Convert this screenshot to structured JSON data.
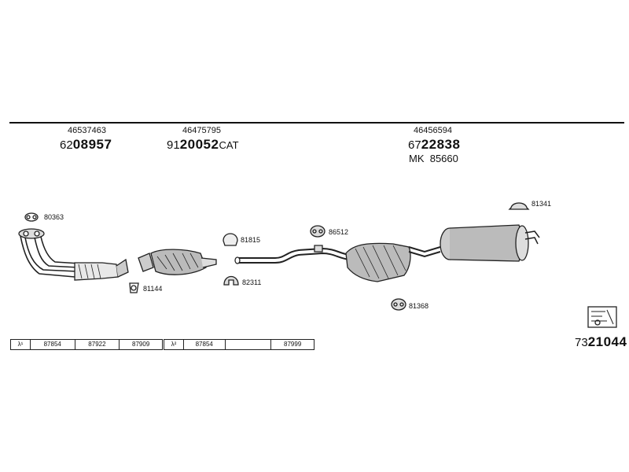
{
  "header_parts": [
    {
      "oem": "46537463",
      "prefix": "62",
      "num": "08957",
      "suffix": ""
    },
    {
      "oem": "46475795",
      "prefix": "91",
      "num": "20052",
      "suffix": "CAT"
    },
    {
      "oem": "46456594",
      "prefix": "67",
      "num": "22838",
      "suffix": "",
      "extra": "MK  85660"
    }
  ],
  "callouts": {
    "c80363": "80363",
    "c81144": "81144",
    "c81815": "81815",
    "c82311": "82311",
    "c86512": "86512",
    "c81368": "81368",
    "c81341": "81341"
  },
  "table1": {
    "lambda": "λ¹",
    "cells": [
      "87854",
      "87922",
      "87909"
    ]
  },
  "table2": {
    "lambda": "λ²",
    "cells": [
      "87854",
      "",
      "87999"
    ]
  },
  "kit": {
    "prefix": "73",
    "num": "21044"
  }
}
